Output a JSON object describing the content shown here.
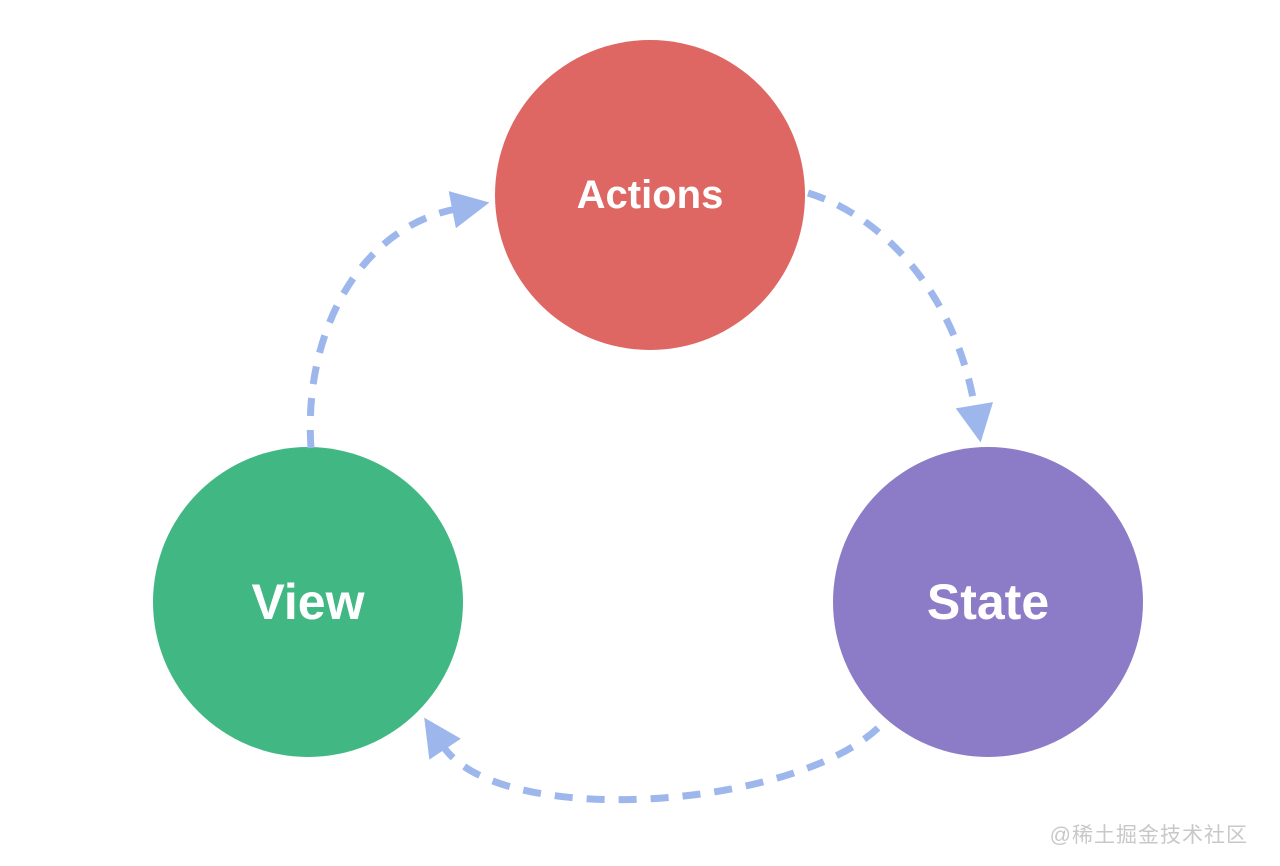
{
  "diagram": {
    "type": "cycle-flow",
    "nodes": [
      {
        "id": "actions",
        "label": "Actions",
        "color": "#DE6663",
        "text_color": "#FFFFFF"
      },
      {
        "id": "view",
        "label": "View",
        "color": "#41B883",
        "text_color": "#FFFFFF"
      },
      {
        "id": "state",
        "label": "State",
        "color": "#8C7BC6",
        "text_color": "#FFFFFF"
      }
    ],
    "edges": [
      {
        "from": "View",
        "to": "Actions"
      },
      {
        "from": "Actions",
        "to": "State"
      },
      {
        "from": "State",
        "to": "View"
      }
    ],
    "arrow_color": "#9DB6EC"
  },
  "watermark": {
    "text": "@稀土掘金技术社区",
    "color": "#C8C8C8"
  }
}
